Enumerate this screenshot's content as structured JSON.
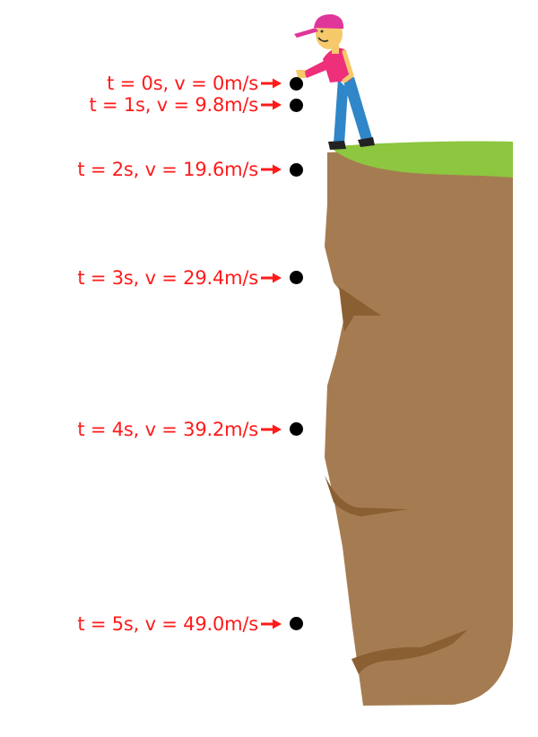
{
  "markers": [
    {
      "time_s": 0,
      "velocity_mps": 0.0,
      "label": "t = 0s, v = 0m/s"
    },
    {
      "time_s": 1,
      "velocity_mps": 9.8,
      "label": "t = 1s, v = 9.8m/s"
    },
    {
      "time_s": 2,
      "velocity_mps": 19.6,
      "label": "t = 2s, v = 19.6m/s"
    },
    {
      "time_s": 3,
      "velocity_mps": 29.4,
      "label": "t = 3s, v = 29.4m/s"
    },
    {
      "time_s": 4,
      "velocity_mps": 39.2,
      "label": "t = 4s, v = 39.2m/s"
    },
    {
      "time_s": 5,
      "velocity_mps": 49.0,
      "label": "t = 5s, v = 49.0m/s"
    }
  ],
  "colors": {
    "label": "#ff1a1a",
    "arrow": "#ff1a1a",
    "dot": "#000000",
    "cliff_rock": "#a57c51",
    "cliff_shadow": "#8a5f32",
    "grass": "#8dc63f",
    "cap": "#e0359a",
    "shirt": "#ee2f7a",
    "pants": "#2f86c8",
    "skin": "#f6c96b"
  }
}
